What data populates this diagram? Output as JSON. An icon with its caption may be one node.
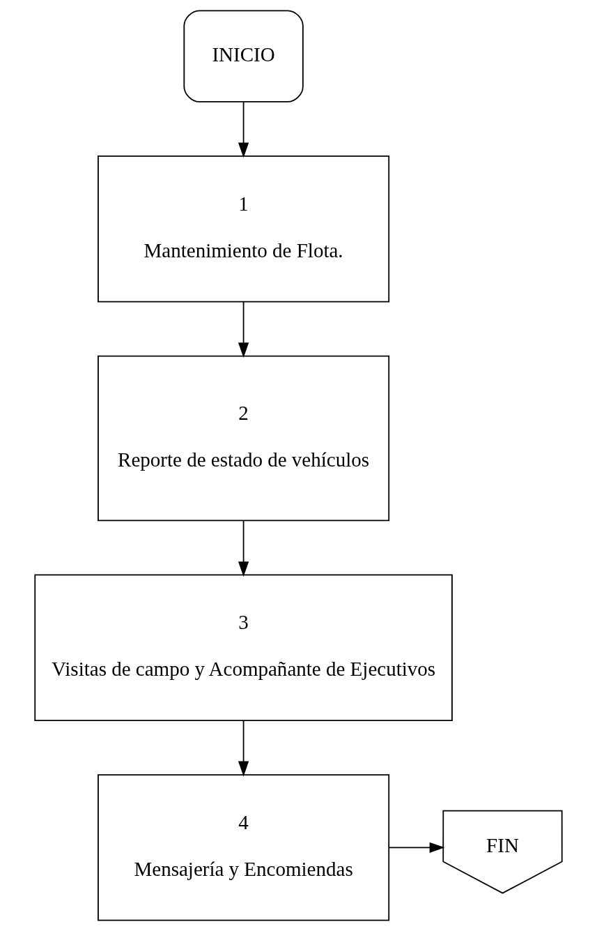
{
  "diagram": {
    "nodes": [
      {
        "text": [
          "INICIO"
        ]
      },
      {
        "text": [
          "1",
          "Mantenimiento de Flota."
        ]
      },
      {
        "text": [
          "2",
          "Reporte de estado de vehículos"
        ]
      },
      {
        "text": [
          "3",
          "Visitas de campo y Acompañante de Ejecutivos"
        ]
      },
      {
        "text": [
          "4",
          "Mensajería y Encomiendas"
        ]
      },
      {
        "text": [
          "FIN"
        ]
      }
    ],
    "edges": [
      {
        "from": 0,
        "to": 1,
        "arrow": "to"
      },
      {
        "from": 1,
        "to": 2,
        "arrow": "to"
      },
      {
        "from": 2,
        "to": 3,
        "arrow": "to"
      },
      {
        "from": 3,
        "to": 4,
        "arrow": "to"
      },
      {
        "from": 4,
        "to": 5,
        "arrow": "to"
      }
    ]
  }
}
